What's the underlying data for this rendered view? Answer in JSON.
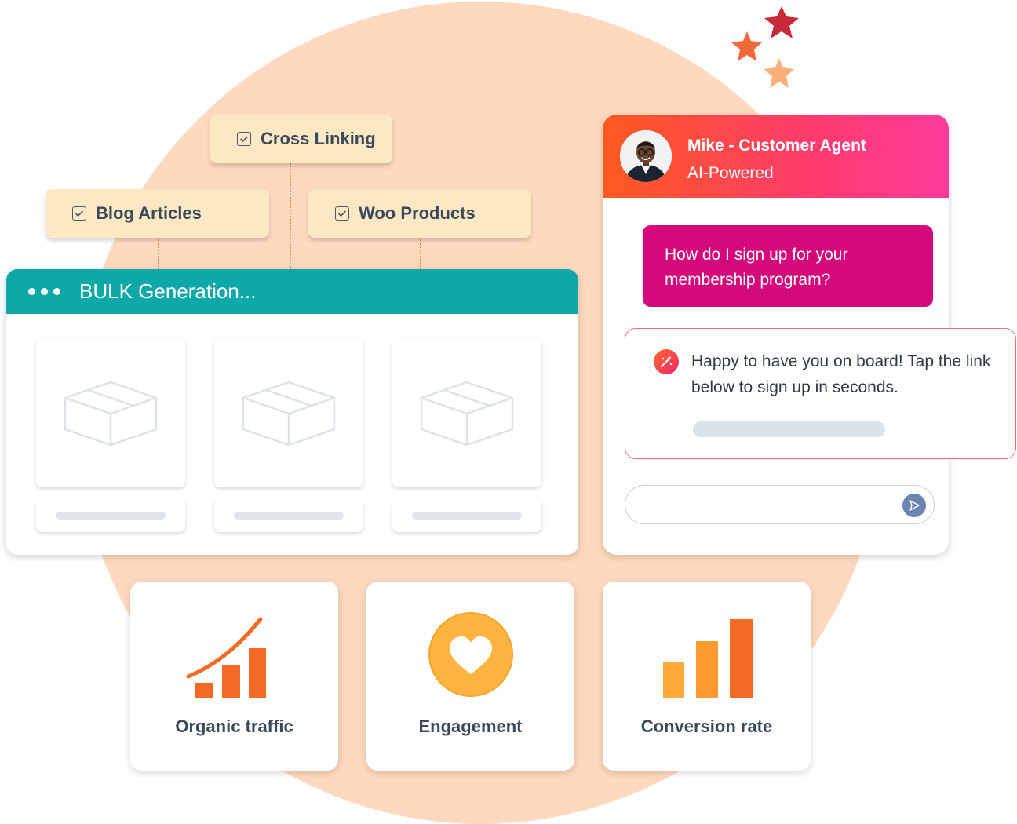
{
  "tags": {
    "cross_linking": "Cross Linking",
    "blog_articles": "Blog Articles",
    "woo_products": "Woo Products"
  },
  "bulk": {
    "title": "BULK Generation..."
  },
  "chat": {
    "agent_name": "Mike - Customer Agent",
    "agent_role": "AI-Powered",
    "user_message": "How do I sign up for your membership program?",
    "bot_message": "Happy to have you on board! Tap the link below to sign up in seconds."
  },
  "metrics": {
    "organic_traffic": "Organic traffic",
    "engagement": "Engagement",
    "conversion_rate": "Conversion rate"
  },
  "colors": {
    "teal_header": "#0fa8a8",
    "peach_circle": "#ffd9bf",
    "tag_bg": "#fde8c4",
    "user_bubble": "#d40a7c",
    "orange": "#f26a24"
  }
}
